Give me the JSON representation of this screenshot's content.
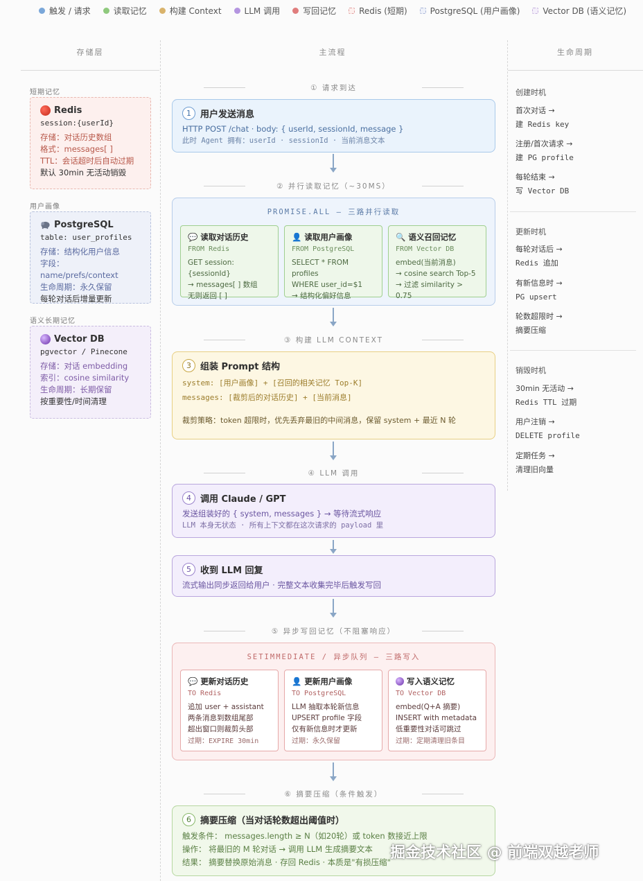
{
  "legend": [
    {
      "label": "触发 / 请求",
      "color": "#7aa7d9",
      "shape": "dot"
    },
    {
      "label": "读取记忆",
      "color": "#8fc97d",
      "shape": "dot"
    },
    {
      "label": "构建 Context",
      "color": "#d9b36b",
      "shape": "dot"
    },
    {
      "label": "LLM 调用",
      "color": "#b495e0",
      "shape": "dot"
    },
    {
      "label": "写回记忆",
      "color": "#e07d7d",
      "shape": "dot"
    },
    {
      "label": "Redis (短期)",
      "color": "#e0a0a0",
      "shape": "square"
    },
    {
      "label": "PostgreSQL (用户画像)",
      "color": "#a8b4d6",
      "shape": "square"
    },
    {
      "label": "Vector DB (语义记忆)",
      "color": "#c4b0dc",
      "shape": "square"
    }
  ],
  "columns": {
    "storage": "存储层",
    "main": "主流程",
    "lifecycle": "生命周期"
  },
  "storage": {
    "redis": {
      "section": "短期记忆",
      "title": "Redis",
      "sub": "session:{userId}",
      "lines": [
        "存储：对话历史数组",
        "格式：messages[ ]",
        "TTL：会话超时后自动过期"
      ],
      "last": "默认 30min 无活动销毁"
    },
    "pg": {
      "section": "用户画像",
      "title": "PostgreSQL",
      "sub": "table: user_profiles",
      "lines": [
        "存储：结构化用户信息",
        "字段：name/prefs/context",
        "生命周期：永久保留"
      ],
      "last": "每轮对话后增量更新"
    },
    "vdb": {
      "section": "语义长期记忆",
      "title": "Vector DB",
      "sub": "pgvector / Pinecone",
      "lines": [
        "存储：对话 embedding",
        "索引：cosine similarity",
        "生命周期：长期保留"
      ],
      "last": "按重要性/时间清理"
    }
  },
  "flow": {
    "s1": "① 请求到达",
    "b1": {
      "num": "1",
      "title": "用户发送消息",
      "l1": "HTTP POST /chat  ·  body: { userId, sessionId, message }",
      "l2": "此时 Agent 拥有：userId · sessionId · 当前消息文本"
    },
    "s2": "② 并行读取记忆（~30MS）",
    "read": {
      "title": "PROMISE.ALL — 三路并行读取",
      "items": [
        {
          "icon": "chat-icon",
          "title": "读取对话历史",
          "src": "FROM Redis",
          "lines": [
            "GET session:{sessionId}",
            "→ messages[ ] 数组",
            "无则返回 [ ]"
          ]
        },
        {
          "icon": "user-icon",
          "title": "读取用户画像",
          "src": "FROM PostgreSQL",
          "lines": [
            "SELECT * FROM profiles",
            "WHERE user_id=$1",
            "→ 结构化偏好信息"
          ]
        },
        {
          "icon": "search-icon",
          "title": "语义召回记忆",
          "src": "FROM Vector DB",
          "lines": [
            "embed(当前消息)",
            "→ cosine search Top-5",
            "→ 过滤 similarity > 0.75"
          ]
        }
      ]
    },
    "s3": "③ 构建 LLM CONTEXT",
    "b3": {
      "num": "3",
      "title": "组装 Prompt 结构",
      "l1": "system: [用户画像] + [召回的相关记忆 Top-K]",
      "l2": "messages: [裁剪后的对话历史] + [当前消息]",
      "l3": "裁剪策略：token 超限时，优先丢弃最旧的中间消息，保留 system + 最近 N 轮"
    },
    "s4": "④ LLM 调用",
    "b4": {
      "num": "4",
      "title": "调用 Claude / GPT",
      "l1": "发送组装好的 { system, messages } → 等待流式响应",
      "l2": "LLM 本身无状态 · 所有上下文都在这次请求的 payload 里"
    },
    "b5": {
      "num": "5",
      "title": "收到 LLM 回复",
      "l1": "流式输出同步返回给用户  ·  完整文本收集完毕后触发写回"
    },
    "s5": "⑤ 异步写回记忆（不阻塞响应）",
    "write": {
      "title": "SETIMMEDIATE / 异步队列 — 三路写入",
      "items": [
        {
          "icon": "chat-icon",
          "title": "更新对话历史",
          "src": "TO Redis",
          "lines": [
            "追加 user + assistant",
            "两条消息到数组尾部",
            "超出窗口则裁剪头部"
          ],
          "ttl": "过期：EXPIRE 30min"
        },
        {
          "icon": "user-icon",
          "title": "更新用户画像",
          "src": "TO PostgreSQL",
          "lines": [
            "LLM 抽取本轮新信息",
            "UPSERT profile 字段",
            "仅有新信息时才更新"
          ],
          "ttl": "过期：永久保留"
        },
        {
          "icon": "orb-icon",
          "title": "写入语义记忆",
          "src": "TO Vector DB",
          "lines": [
            "embed(Q+A 摘要)",
            "INSERT with metadata",
            "低重要性对话可跳过"
          ],
          "ttl": "过期：定期清理旧条目"
        }
      ]
    },
    "s6": "⑥ 摘要压缩（条件触发）",
    "b6": {
      "num": "6",
      "title": "摘要压缩（当对话轮数超出阈值时）",
      "l1": "触发条件： messages.length ≥ N（如20轮）或 token 数接近上限",
      "l2": "操作： 将最旧的 M 轮对话 → 调用 LLM 生成摘要文本",
      "l3": "结果： 摘要替换原始消息 · 存回 Redis · 本质是\"有损压缩\""
    }
  },
  "lifecycle": {
    "create": {
      "title": "创建时机",
      "items": [
        [
          "首次对话 →",
          "建 Redis key"
        ],
        [
          "注册/首次请求 →",
          "建 PG profile"
        ],
        [
          "每轮结束 →",
          "写 Vector DB"
        ]
      ]
    },
    "update": {
      "title": "更新时机",
      "items": [
        [
          "每轮对话后 →",
          "Redis 追加"
        ],
        [
          "有新信息时 →",
          "PG upsert"
        ],
        [
          "轮数超限时 →",
          "摘要压缩"
        ]
      ]
    },
    "destroy": {
      "title": "销毁时机",
      "items": [
        [
          "30min 无活动 →",
          "Redis TTL 过期"
        ],
        [
          "用户注销 →",
          "DELETE profile"
        ],
        [
          "定期任务 →",
          "清理旧向量"
        ]
      ]
    }
  },
  "watermark": "掘金技术社区 @ 前端双越老师"
}
